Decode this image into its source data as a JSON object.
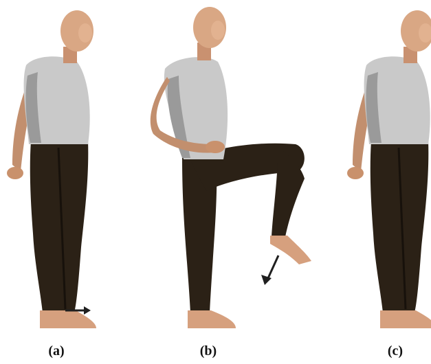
{
  "captions": {
    "a": "(a)",
    "b": "(b)",
    "c": "(c)"
  },
  "colors": {
    "skin": "#d9a784",
    "skin_shadow": "#b07c5c",
    "shirt": "#c9c9c9",
    "shirt_shadow": "#9a9a9a",
    "pants": "#2b2116",
    "pants_shadow": "#17110b",
    "arrow": "#1f1f1f"
  },
  "panels": [
    {
      "pose": "standing-neutral",
      "arrow": "horizontal-forward-at-foot"
    },
    {
      "pose": "standing-knee-raised-hands-on-hips",
      "arrow": "diagonal-down-from-raised-foot"
    },
    {
      "pose": "standing-neutral",
      "arrow": "none"
    }
  ]
}
